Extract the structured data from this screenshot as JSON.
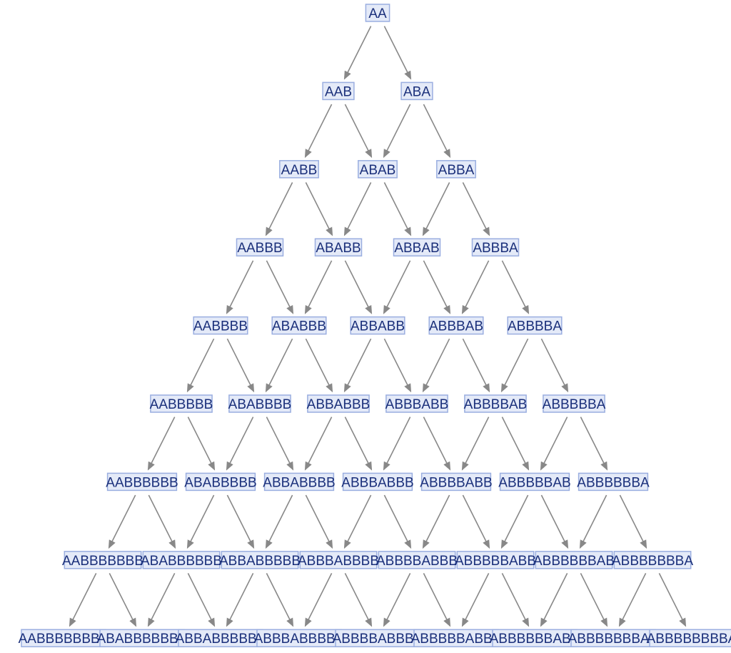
{
  "diagram": {
    "type": "multiway-graph",
    "colors": {
      "node_fill": "#e4eaf8",
      "node_border": "#9aaee0",
      "label_text": "#1a2f7a",
      "edge": "#888888",
      "background": "#ffffff"
    },
    "levels": [
      [
        "AA"
      ],
      [
        "AAB",
        "ABA"
      ],
      [
        "AABB",
        "ABAB",
        "ABBA"
      ],
      [
        "AABBB",
        "ABABB",
        "ABBAB",
        "ABBBA"
      ],
      [
        "AABBBB",
        "ABABBB",
        "ABBABB",
        "ABBBAB",
        "ABBBBA"
      ],
      [
        "AABBBBB",
        "ABABBBB",
        "ABBABBB",
        "ABBBABB",
        "ABBBBAB",
        "ABBBBBA"
      ],
      [
        "AABBBBBB",
        "ABABBBBB",
        "ABBABBBB",
        "ABBBABBB",
        "ABBBBABB",
        "ABBBBBAB",
        "ABBBBBBA"
      ],
      [
        "AABBBBBBB",
        "ABABBBBBB",
        "ABBABBBBB",
        "ABBBABBBB",
        "ABBBBABBB",
        "ABBBBBABB",
        "ABBBBBBAB",
        "ABBBBBBBA"
      ],
      [
        "AABBBBBBBB",
        "ABABBBBBBB",
        "ABBABBBBBB",
        "ABBBABBBBB",
        "ABBBBABBBB",
        "ABBBBBABBB",
        "ABBBBBBABB",
        "ABBBBBBBAB",
        "ABBBBBBBBA"
      ]
    ]
  }
}
